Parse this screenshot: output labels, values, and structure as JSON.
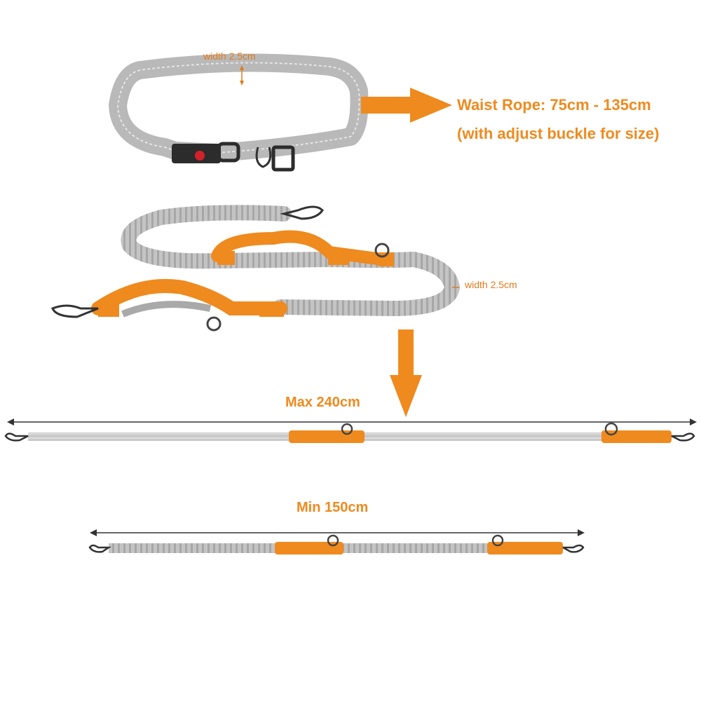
{
  "colors": {
    "accent": "#ef8a1e",
    "strap": "#b9b9b9",
    "strap_dark": "#8e8e8e",
    "hardware": "#333333"
  },
  "labels": {
    "belt_width": "width 2.5cm",
    "waist_rope_line1": "Waist Rope: 75cm - 135cm",
    "waist_rope_line2": "(with adjust buckle for size)",
    "leash_width": "width 2.5cm",
    "max_length": "Max 240cm",
    "min_length": "Min 150cm"
  }
}
